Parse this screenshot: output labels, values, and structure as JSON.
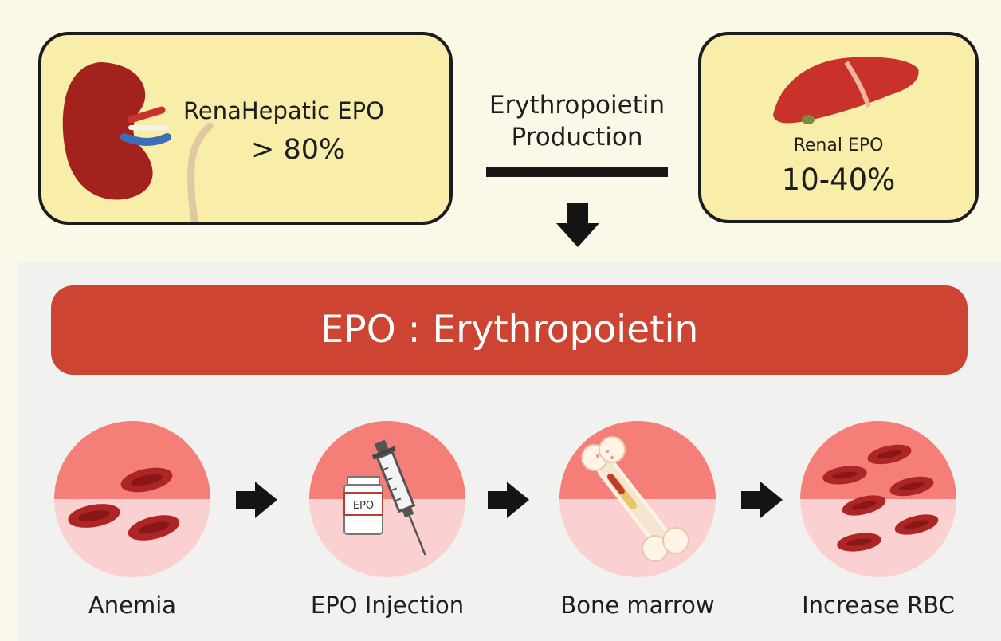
{
  "top": {
    "left_card": {
      "line1": "RenaHepatic EPO",
      "line2": "> 80%"
    },
    "center": {
      "line1": "Erythropoietin",
      "line2": "Production"
    },
    "right_card": {
      "line1": "Renal EPO",
      "line2": "10-40%"
    }
  },
  "banner": {
    "title": "EPO : Erythropoietin"
  },
  "steps": [
    {
      "label": "Anemia",
      "icon": "red-blood-cells-icon"
    },
    {
      "label": "EPO Injection",
      "icon": "syringe-vial-icon",
      "vial_label": "EPO"
    },
    {
      "label": "Bone marrow",
      "icon": "bone-icon"
    },
    {
      "label": "Increase RBC",
      "icon": "many-red-blood-cells-icon"
    }
  ],
  "colors": {
    "card_fill": "#f8eda9",
    "banner_red": "#cd4433",
    "organ_red": "#a3221e",
    "circle_top": "#f57e78",
    "circle_bottom": "#fad1d0",
    "rbc": "#ad2525"
  }
}
